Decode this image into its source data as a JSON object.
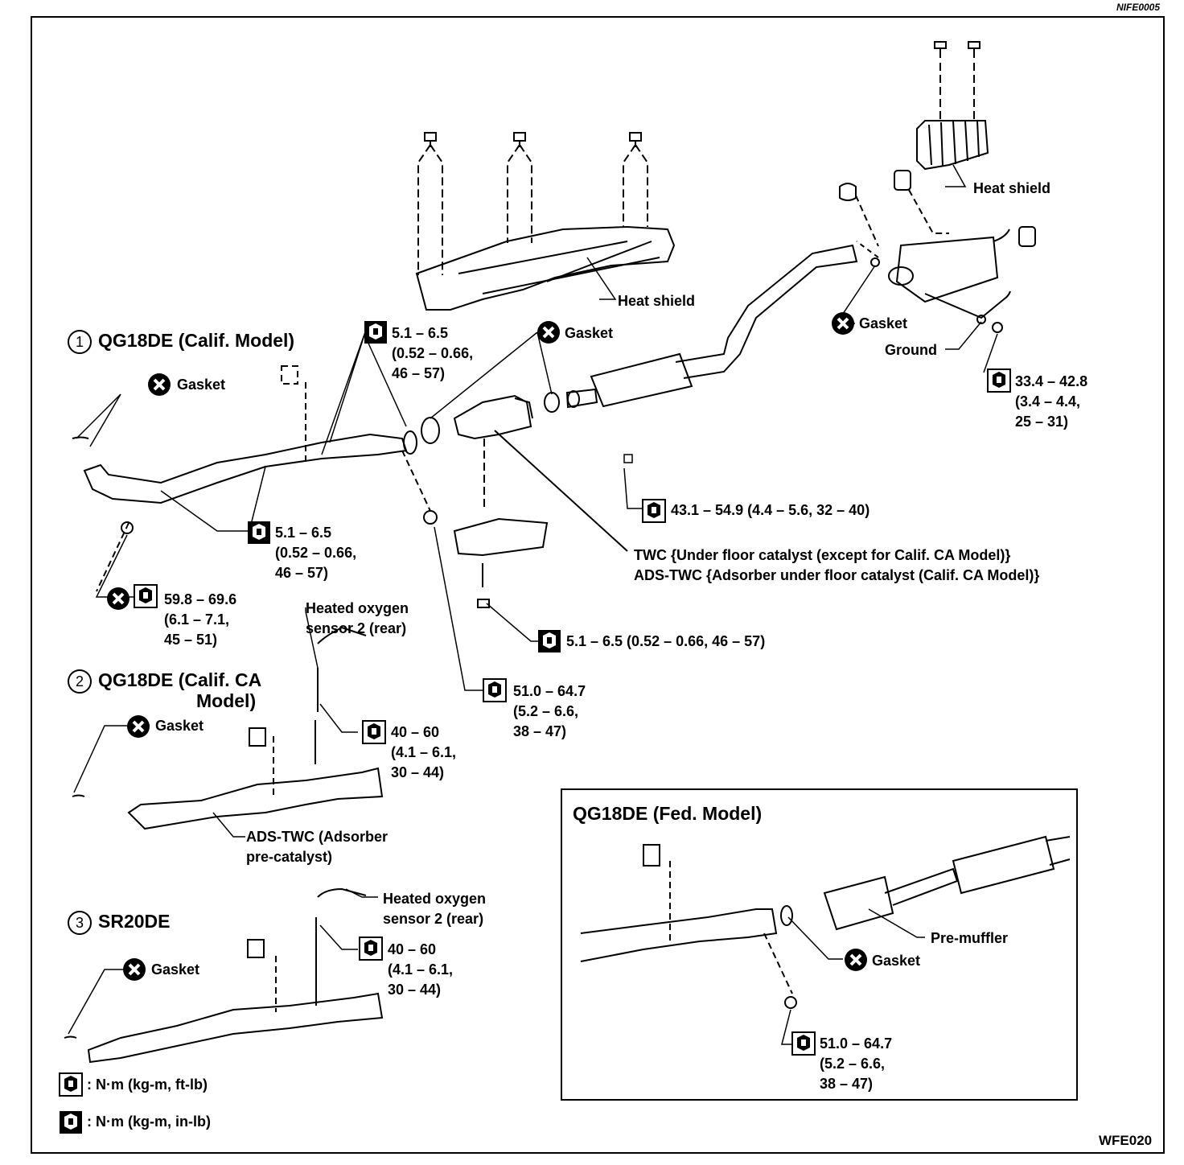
{
  "doc_code": "NIFE0005",
  "figure_code": "WFE020",
  "sections": {
    "s1": {
      "number": "1",
      "title": "QG18DE (Calif. Model)"
    },
    "s2": {
      "number": "2",
      "title_line1": "QG18DE (Calif. CA",
      "title_line2": "Model)"
    },
    "s3": {
      "number": "3",
      "title": "SR20DE"
    },
    "fed": {
      "title": "QG18DE (Fed. Model)"
    }
  },
  "labels": {
    "heat_shield_top": "Heat shield",
    "heat_shield_mid": "Heat shield",
    "gasket_right": "Gasket",
    "ground": "Ground",
    "gasket_center": "Gasket",
    "gasket_s1": "Gasket",
    "gasket_s2": "Gasket",
    "gasket_s3": "Gasket",
    "gasket_fed": "Gasket",
    "ho2s_s2_l1": "Heated oxygen",
    "ho2s_s2_l2": "sensor 2 (rear)",
    "ho2s_s3_l1": "Heated oxygen",
    "ho2s_s3_l2": "sensor 2 (rear)",
    "adstwc_l1": "ADS-TWC (Adsorber",
    "adstwc_l2": "pre-catalyst)",
    "twc_l1": "TWC {Under floor catalyst (except for Calif. CA Model)}",
    "twc_l2": "ADS-TWC {Adsorber under floor catalyst (Calif. CA  Model)}",
    "pre_muffler": "Pre-muffler"
  },
  "torques": {
    "t_top_center": [
      "5.1 – 6.5",
      "(0.52 – 0.66,",
      "46 – 57)"
    ],
    "t_muffler": [
      "33.4 – 42.8",
      "(3.4 – 4.4,",
      "25 – 31)"
    ],
    "t_flange_bolt": [
      "43.1 – 54.9 (4.4 – 5.6, 32 – 40)"
    ],
    "t_s1_mid": [
      "5.1 – 6.5",
      "(0.52 – 0.66,",
      "46 – 57)"
    ],
    "t_s1_nut": [
      "59.8 – 69.6",
      "(6.1 – 7.1,",
      "45 – 51)"
    ],
    "t_shield_bolt": [
      "5.1 – 6.5 (0.52 – 0.66, 46 – 57)"
    ],
    "t_center_nut": [
      "51.0 – 64.7",
      "(5.2 – 6.6,",
      "38 – 47)"
    ],
    "t_s2_sensor": [
      "40 – 60",
      "(4.1 – 6.1,",
      "30 – 44)"
    ],
    "t_s3_sensor": [
      "40 – 60",
      "(4.1 – 6.1,",
      "30 – 44)"
    ],
    "t_fed_nut": [
      "51.0 – 64.7",
      "(5.2 – 6.6,",
      "38 – 47)"
    ]
  },
  "legend": {
    "ftlb": ": N·m (kg-m, ft-lb)",
    "inlb": ": N·m (kg-m, in-lb)"
  }
}
